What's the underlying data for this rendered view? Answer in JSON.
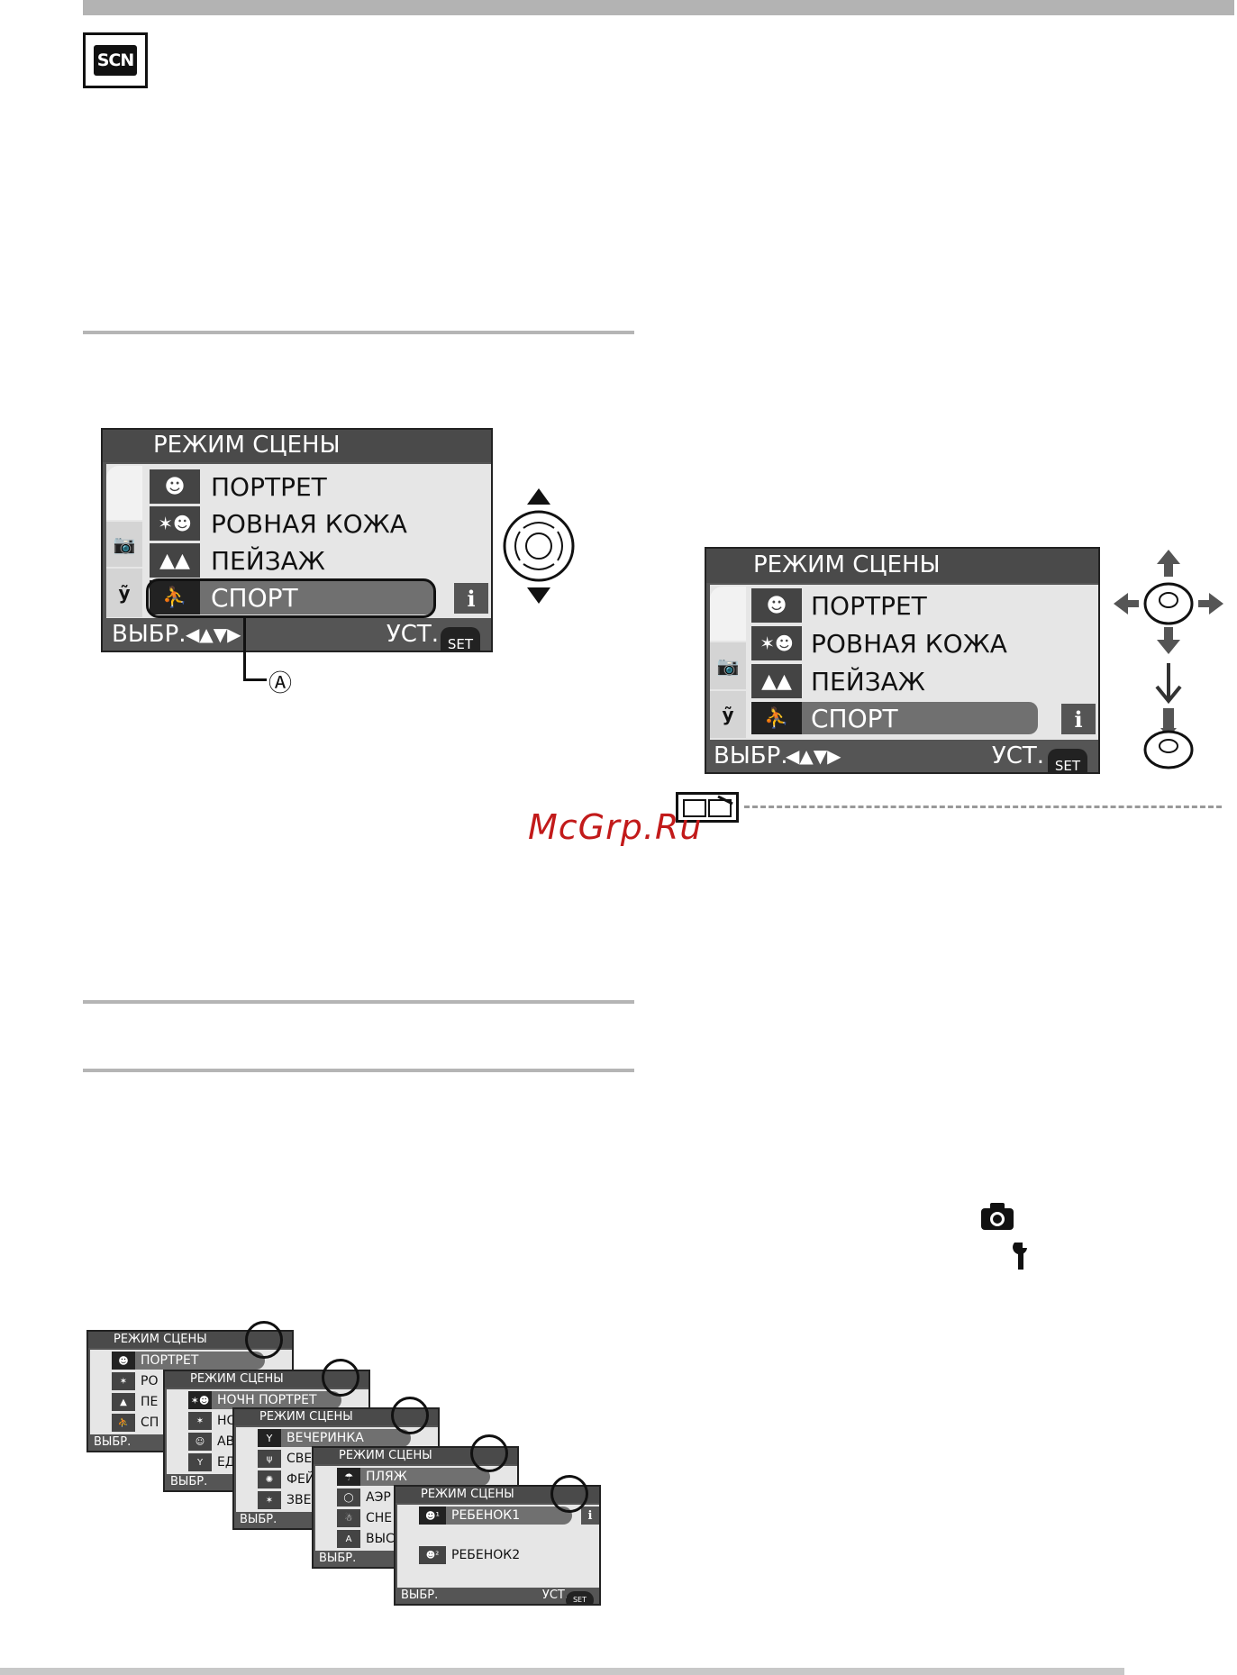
{
  "scn_badge": "SCN",
  "watermark": "McGrp.Ru",
  "callout_label": "Ⓐ",
  "menu": {
    "title": "РЕЖИМ СЦЕНЫ",
    "items": [
      "ПОРТРЕТ",
      "РОВНАЯ КОЖА",
      "ПЕЙЗАЖ",
      "СПОРТ"
    ],
    "footer_left": "ВЫБР.",
    "footer_right": "УСТ.",
    "set": "SET",
    "info": "i"
  },
  "stack": {
    "screen1": [
      "ПОРТРЕТ",
      "РО",
      "ПЕ",
      "СП"
    ],
    "screen2": [
      "НОЧН ПОРТРЕТ",
      "НО",
      "АВ",
      "ЕД"
    ],
    "screen3": [
      "ВЕЧЕРИНКА",
      "СВЕ",
      "ФЕЙ",
      "ЗВЕ"
    ],
    "screen4": [
      "ПЛЯЖ",
      "АЭР",
      "СНЕ",
      "ВЫС"
    ],
    "screen5": [
      "РЕБЕНОК1",
      "РЕБЕНОК2"
    ]
  },
  "colors": {
    "watermark": "#c21a1a",
    "lcd_bg": "#555555",
    "panel": "#e6e6e6"
  }
}
